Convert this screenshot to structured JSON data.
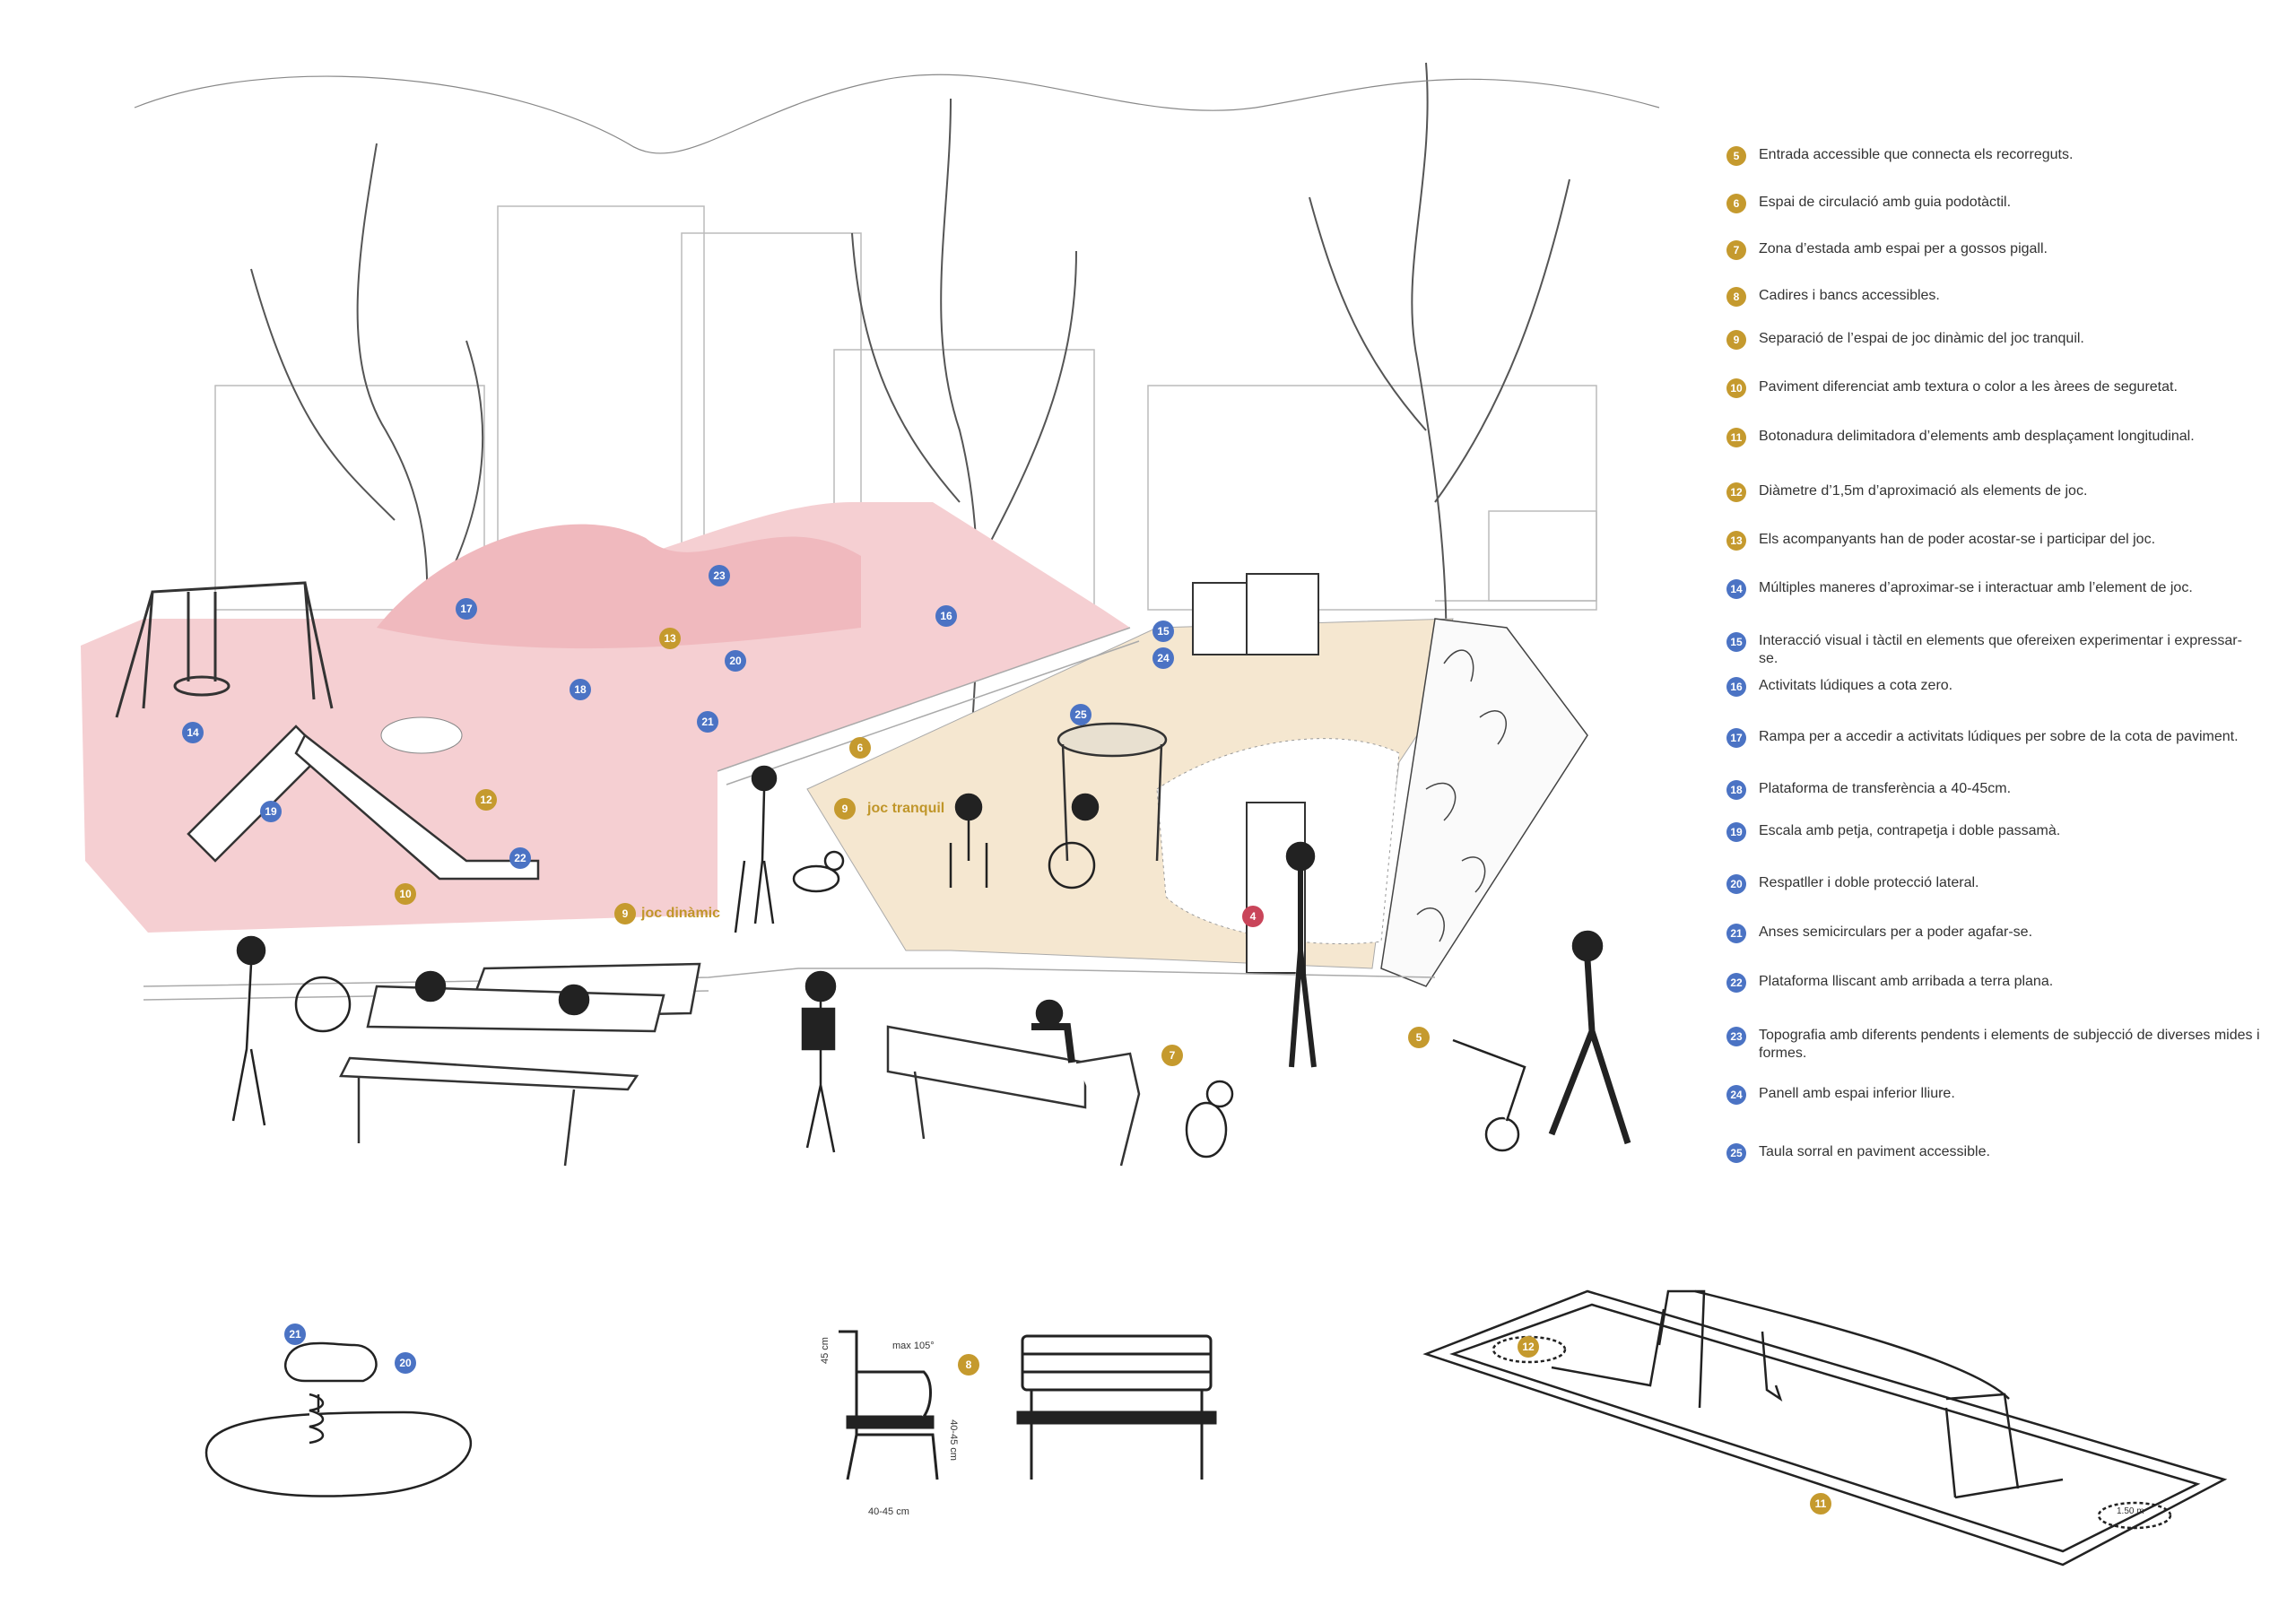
{
  "colors": {
    "gold": "#c59a2e",
    "blue": "#4b73c4",
    "red": "#c9455a",
    "pink_zone": "#f3c9cd",
    "sand_zone": "#f4e6cf"
  },
  "legend": [
    {
      "num": "5",
      "color": "gold",
      "text": "Entrada accessible que connecta els recorreguts."
    },
    {
      "num": "6",
      "color": "gold",
      "text": "Espai de circulació amb guia podotàctil."
    },
    {
      "num": "7",
      "color": "gold",
      "text": "Zona d’estada amb espai per a gossos pigall."
    },
    {
      "num": "8",
      "color": "gold",
      "text": "Cadires i bancs accessibles."
    },
    {
      "num": "9",
      "color": "gold",
      "text": "Separació de l’espai de joc dinàmic del joc tranquil."
    },
    {
      "num": "10",
      "color": "gold",
      "text": "Paviment diferenciat amb textura o color a les àrees de seguretat."
    },
    {
      "num": "11",
      "color": "gold",
      "text": "Botonadura delimitadora d’elements amb desplaçament longitudinal."
    },
    {
      "num": "12",
      "color": "gold",
      "text": "Diàmetre d’1,5m d’aproximació als elements de joc."
    },
    {
      "num": "13",
      "color": "gold",
      "text": "Els acompanyants han de poder acostar-se i participar del joc."
    },
    {
      "num": "14",
      "color": "blue",
      "text": "Múltiples maneres d’aproximar-se i interactuar amb l’element de joc."
    },
    {
      "num": "15",
      "color": "blue",
      "text": "Interacció visual i tàctil en elements que ofereixen experimentar i expressar-se."
    },
    {
      "num": "16",
      "color": "blue",
      "text": "Activitats lúdiques a cota zero."
    },
    {
      "num": "17",
      "color": "blue",
      "text": "Rampa per a accedir a activitats lúdiques per sobre de la cota de paviment."
    },
    {
      "num": "18",
      "color": "blue",
      "text": "Plataforma de transferència a 40-45cm."
    },
    {
      "num": "19",
      "color": "blue",
      "text": "Escala amb petja, contrapetja i doble passamà."
    },
    {
      "num": "20",
      "color": "blue",
      "text": "Respatller i doble protecció lateral."
    },
    {
      "num": "21",
      "color": "blue",
      "text": "Anses semicirculars per a poder agafar-se."
    },
    {
      "num": "22",
      "color": "blue",
      "text": "Plataforma lliscant amb arribada a terra plana."
    },
    {
      "num": "23",
      "color": "blue",
      "text": "Topografia amb diferents pendents i elements de subjecció de diverses mides i formes."
    },
    {
      "num": "24",
      "color": "blue",
      "text": "Panell amb espai inferior lliure."
    },
    {
      "num": "25",
      "color": "blue",
      "text": "Taula sorral en paviment accessible."
    }
  ],
  "scene_markers": [
    {
      "num": "17",
      "color": "blue"
    },
    {
      "num": "23",
      "color": "blue"
    },
    {
      "num": "16",
      "color": "blue"
    },
    {
      "num": "13",
      "color": "gold"
    },
    {
      "num": "20",
      "color": "blue"
    },
    {
      "num": "18",
      "color": "blue"
    },
    {
      "num": "21",
      "color": "blue"
    },
    {
      "num": "14",
      "color": "blue"
    },
    {
      "num": "19",
      "color": "blue"
    },
    {
      "num": "12",
      "color": "gold"
    },
    {
      "num": "22",
      "color": "blue"
    },
    {
      "num": "10",
      "color": "gold"
    },
    {
      "num": "9",
      "color": "gold"
    },
    {
      "num": "6",
      "color": "gold"
    },
    {
      "num": "9",
      "color": "gold"
    },
    {
      "num": "15",
      "color": "blue"
    },
    {
      "num": "24",
      "color": "blue"
    },
    {
      "num": "25",
      "color": "blue"
    },
    {
      "num": "4",
      "color": "red"
    },
    {
      "num": "7",
      "color": "gold"
    },
    {
      "num": "5",
      "color": "gold"
    }
  ],
  "zones": {
    "dynamic": "joc dinàmic",
    "quiet": "joc tranquil"
  },
  "details": {
    "spring_markers": [
      {
        "num": "21",
        "color": "blue"
      },
      {
        "num": "20",
        "color": "blue"
      }
    ],
    "bench_marker": {
      "num": "8",
      "color": "gold"
    },
    "track_markers": [
      {
        "num": "12",
        "color": "gold"
      },
      {
        "num": "11",
        "color": "gold"
      }
    ],
    "bench_dims": {
      "height": "45 cm",
      "angle": "max 105°",
      "seat": "40-45 cm",
      "depth": "40-45 cm"
    },
    "track_dim": "1.50 m"
  }
}
